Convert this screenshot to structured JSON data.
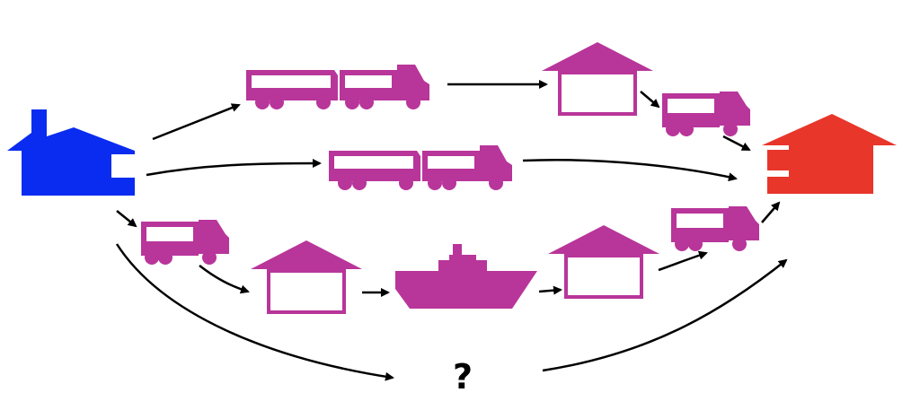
{
  "colors": {
    "origin": "#0a2cf0",
    "destination": "#e8362a",
    "transport": "#b8359a",
    "arrow": "#000000",
    "background": "#ffffff"
  },
  "icons": {
    "origin": "factory-icon",
    "destination": "house-icon",
    "truck_trailer": "truck-with-trailer-icon",
    "truck": "truck-icon",
    "warehouse": "warehouse-icon",
    "ship": "ship-icon"
  },
  "routes": [
    {
      "steps": [
        "truck_trailer",
        "warehouse",
        "truck"
      ]
    },
    {
      "steps": [
        "truck_trailer"
      ]
    },
    {
      "steps": [
        "truck",
        "warehouse",
        "ship",
        "warehouse",
        "truck"
      ]
    },
    {
      "steps": [
        "unknown"
      ]
    }
  ],
  "unknown_label": "?"
}
